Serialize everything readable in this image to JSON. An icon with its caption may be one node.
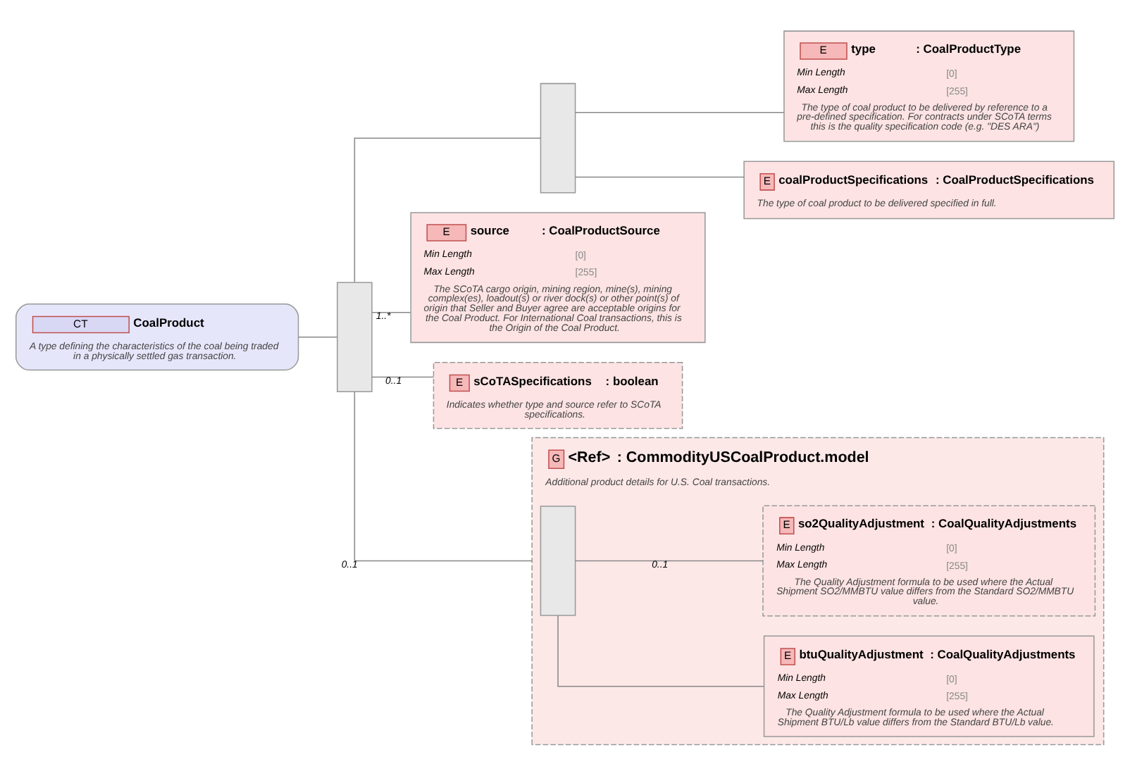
{
  "diagram": {
    "nodes": [
      {
        "text": [
          "CT",
          "CoalProduct",
          "A type defining the characteristics of the coal being traded in a physically settled gas transaction."
        ]
      },
      {
        "text": [],
        "shape": "box"
      },
      {
        "text": [],
        "shape": "box"
      },
      {
        "text": [
          "E",
          "type",
          ": CoalProductType",
          "Min Length",
          "[0]",
          "Max Length",
          "[255]",
          "The type of coal product to be delivered by reference to a pre-defined specification. For contracts under SCoTA terms this is the quality specification code (e.g. \"DES ARA\")"
        ]
      },
      {
        "text": [
          "E",
          "coalProductSpecifications",
          ": CoalProductSpecifications",
          "The type of coal product to be delivered specified in full."
        ]
      },
      {
        "text": [
          "E",
          "source",
          ": CoalProductSource",
          "Min Length",
          "[0]",
          "Max Length",
          "[255]",
          "The SCoTA cargo origin, mining region, mine(s), mining complex(es), loadout(s) or river dock(s) or other point(s) of origin that Seller and Buyer agree are acceptable origins for the Coal Product. For International Coal transactions, this is the Origin of the Coal Product."
        ]
      },
      {
        "text": [
          "E",
          "sCoTASpecifications",
          ": boolean",
          "Indicates whether type and source refer to SCoTA specifications."
        ]
      },
      {
        "text": [
          "G",
          "<Ref>",
          ": CommodityUSCoalProduct.model",
          "Additional product details for U.S. Coal transactions."
        ]
      },
      {
        "text": [],
        "shape": "box",
        "in": 7
      },
      {
        "text": [
          "E",
          "btuQualityAdjustment",
          ": CoalQualityAdjustments",
          "Min Length",
          "[0]",
          "Max Length",
          "[255]",
          "The Quality Adjustment formula to be used where the Actual Shipment BTU/Lb value differs from the Standard BTU/Lb value."
        ],
        "in": 7
      },
      {
        "text": [
          "E",
          "so2QualityAdjustment",
          ": CoalQualityAdjustments",
          "Min Length",
          "[0]",
          "Max Length",
          "[255]",
          "The Quality Adjustment formula to be used where the Actual Shipment SO2/MMBTU value differs from the Standard SO2/MMBTU value."
        ],
        "in": 7
      }
    ],
    "edges": [
      {
        "from": 0,
        "to": 1,
        "arrow": "none"
      },
      {
        "from": 1,
        "to": 2,
        "arrow": "none"
      },
      {
        "from": 2,
        "to": 3,
        "arrow": "none"
      },
      {
        "from": 2,
        "to": 4,
        "arrow": "none"
      },
      {
        "from": 1,
        "to": 5,
        "arrow": "none",
        "label": "1..*"
      },
      {
        "from": 1,
        "to": 6,
        "arrow": "none",
        "label": "0..1"
      },
      {
        "from": 1,
        "to": 7,
        "arrow": "none",
        "label": "0..1"
      },
      {
        "from": 8,
        "to": 9,
        "arrow": "none"
      },
      {
        "from": 8,
        "to": 10,
        "arrow": "none",
        "label": "0..1"
      }
    ]
  }
}
